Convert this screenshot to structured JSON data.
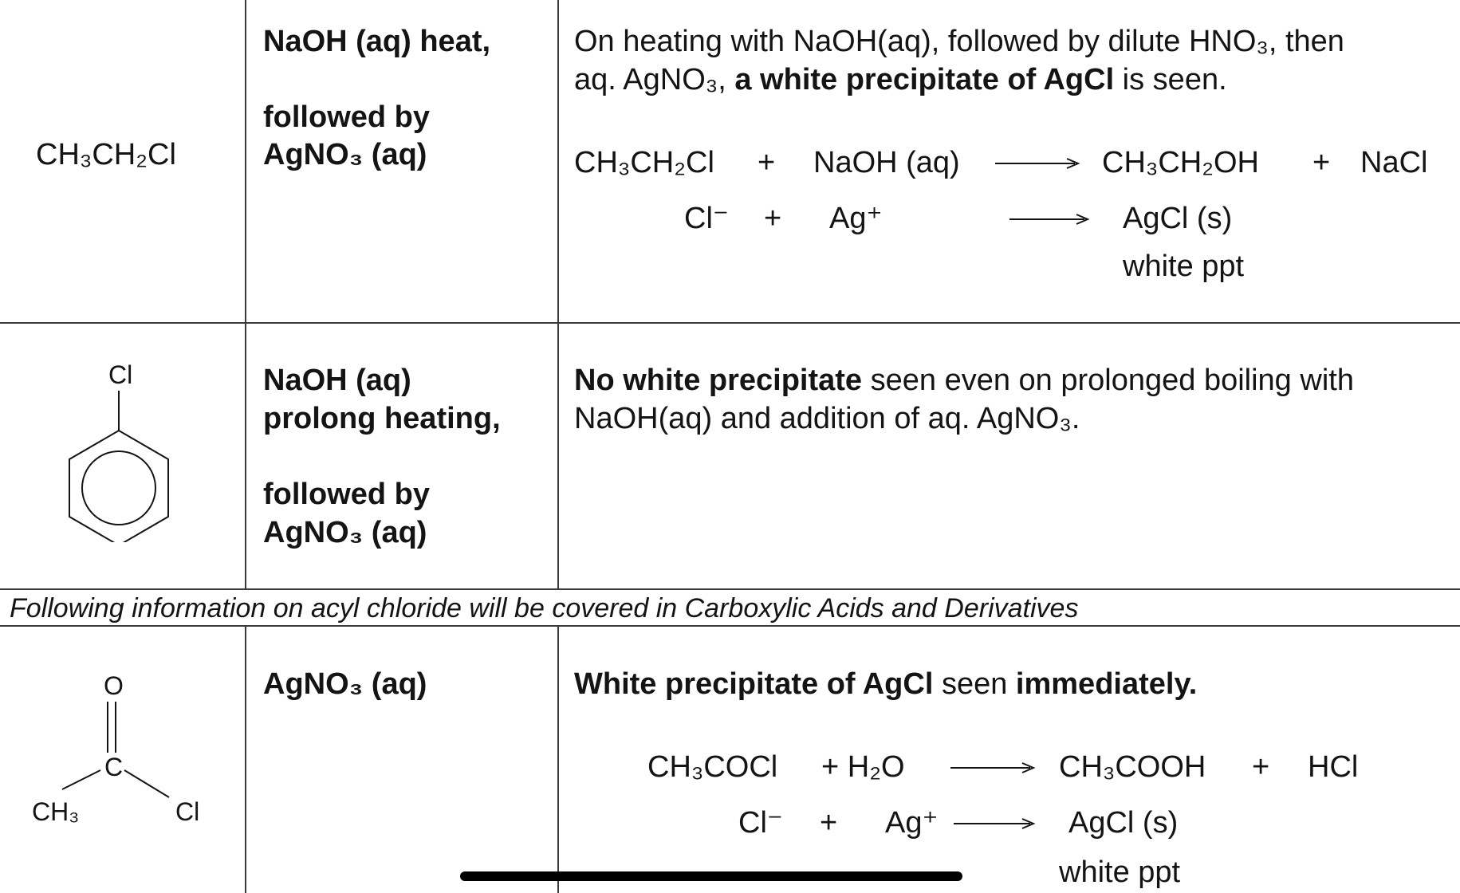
{
  "row1": {
    "compound": "CH₃CH₂Cl",
    "reagent_line1": "NaOH (aq) heat,",
    "reagent_line2": "followed by",
    "reagent_line3": "AgNO₃ (aq)",
    "obs_line1": "On heating with NaOH(aq), followed by dilute HNO₃, then",
    "obs_line2_plain": "aq. AgNO₃, ",
    "obs_line2_bold": "a white precipitate of AgCl",
    "obs_line2_end": " is seen.",
    "eq1": {
      "reactant1": "CH₃CH₂Cl",
      "plus1": "+",
      "reactant2": "NaOH (aq)",
      "product1": "CH₃CH₂OH",
      "plus2": "+",
      "product2": "NaCl"
    },
    "eq2": {
      "reactant1": "Cl⁻",
      "plus1": "+",
      "reactant2": "Ag⁺",
      "product1": "AgCl (s)",
      "note": "white ppt"
    }
  },
  "row2": {
    "structure_label": "Cl",
    "reagent_line1": "NaOH (aq)",
    "reagent_line2": "prolong heating,",
    "reagent_line3": "followed by",
    "reagent_line4": "AgNO₃ (aq)",
    "obs_bold": "No white precipitate",
    "obs_line1_rest": " seen even on prolonged boiling with",
    "obs_line2": "NaOH(aq) and addition of aq. AgNO₃."
  },
  "banner": "Following information on acyl chloride will be covered in Carboxylic Acids and Derivatives",
  "row3": {
    "struct_O": "O",
    "struct_C": "C",
    "struct_CH3": "CH₃",
    "struct_Cl": "Cl",
    "reagent": "AgNO₃ (aq)",
    "obs_bold1": "White precipitate of AgCl",
    "obs_plain": " seen ",
    "obs_bold2": "immediately.",
    "eq1": {
      "reactant1": "CH₃COCl",
      "plus1": "+ H₂O",
      "product1": "CH₃COOH",
      "plus2": "+",
      "product2": "HCl"
    },
    "eq2": {
      "reactant1": "Cl⁻",
      "plus1": "+",
      "reactant2": "Ag⁺",
      "product1": "AgCl (s)",
      "note": "white ppt"
    }
  }
}
